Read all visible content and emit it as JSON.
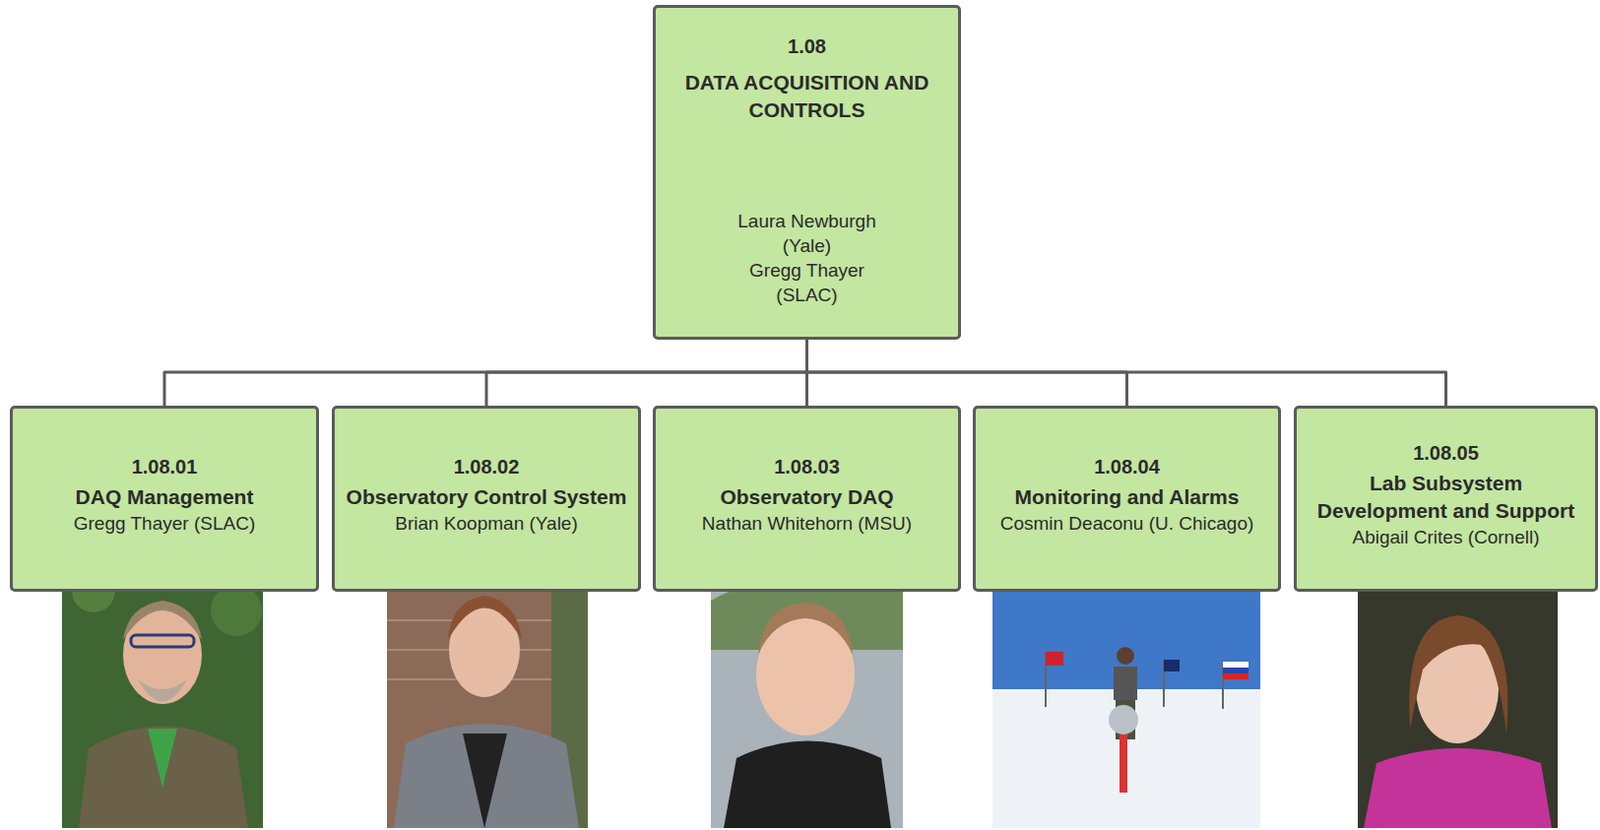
{
  "diagram": {
    "nodes": [
      {
        "text": [
          "1.08",
          "DATA ACQUISITION AND CONTROLS",
          "Laura Newburgh (Yale)",
          "Gregg Thayer (SLAC)"
        ]
      },
      {
        "text": [
          "1.08.01",
          "DAQ Management",
          "Gregg Thayer (SLAC)"
        ]
      },
      {
        "text": [
          "1.08.02",
          "Observatory Control System",
          "Brian Koopman (Yale)"
        ]
      },
      {
        "text": [
          "1.08.03",
          "Observatory DAQ",
          "Nathan Whitehorn (MSU)"
        ]
      },
      {
        "text": [
          "1.08.04",
          "Monitoring and Alarms",
          "Cosmin Deaconu (U. Chicago)"
        ]
      },
      {
        "text": [
          "1.08.05",
          "Lab Subsystem Development and Support",
          "Abigail Crites (Cornell)"
        ]
      }
    ],
    "edges": [
      {
        "from": 0,
        "to": 1,
        "arrow": "none"
      },
      {
        "from": 0,
        "to": 2,
        "arrow": "none"
      },
      {
        "from": 0,
        "to": 3,
        "arrow": "none"
      },
      {
        "from": 0,
        "to": 4,
        "arrow": "none"
      },
      {
        "from": 0,
        "to": 5,
        "arrow": "none"
      }
    ]
  }
}
